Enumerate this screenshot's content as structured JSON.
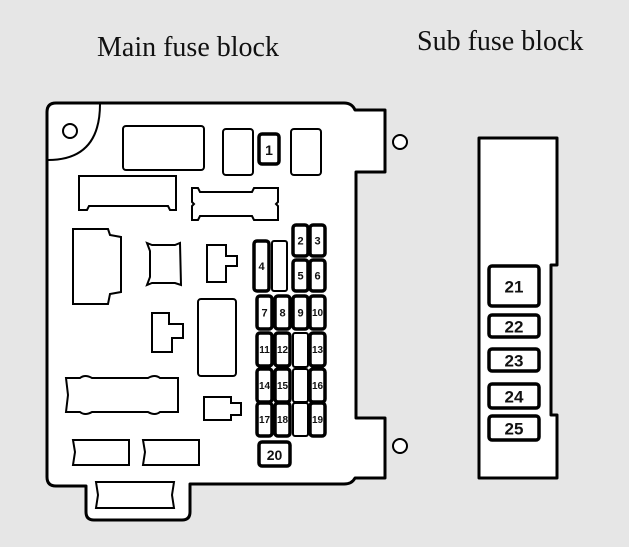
{
  "titles": {
    "main": "Main fuse block",
    "sub": "Sub fuse block"
  },
  "colors": {
    "background": "#e6e6e6",
    "block_fill": "#ffffff",
    "stroke": "#000000"
  },
  "main_block": {
    "fuses": [
      {
        "id": "fuse-1",
        "label": "1"
      },
      {
        "id": "fuse-2",
        "label": "2"
      },
      {
        "id": "fuse-3",
        "label": "3"
      },
      {
        "id": "fuse-4",
        "label": "4"
      },
      {
        "id": "fuse-5",
        "label": "5"
      },
      {
        "id": "fuse-6",
        "label": "6"
      },
      {
        "id": "fuse-7",
        "label": "7"
      },
      {
        "id": "fuse-8",
        "label": "8"
      },
      {
        "id": "fuse-9",
        "label": "9"
      },
      {
        "id": "fuse-10",
        "label": "10"
      },
      {
        "id": "fuse-11",
        "label": "11"
      },
      {
        "id": "fuse-12",
        "label": "12"
      },
      {
        "id": "fuse-13",
        "label": "13"
      },
      {
        "id": "fuse-14",
        "label": "14"
      },
      {
        "id": "fuse-15",
        "label": "15"
      },
      {
        "id": "fuse-16",
        "label": "16"
      },
      {
        "id": "fuse-17",
        "label": "17"
      },
      {
        "id": "fuse-18",
        "label": "18"
      },
      {
        "id": "fuse-19",
        "label": "19"
      },
      {
        "id": "fuse-20",
        "label": "20"
      }
    ]
  },
  "sub_block": {
    "fuses": [
      {
        "id": "fuse-21",
        "label": "21"
      },
      {
        "id": "fuse-22",
        "label": "22"
      },
      {
        "id": "fuse-23",
        "label": "23"
      },
      {
        "id": "fuse-24",
        "label": "24"
      },
      {
        "id": "fuse-25",
        "label": "25"
      }
    ]
  }
}
